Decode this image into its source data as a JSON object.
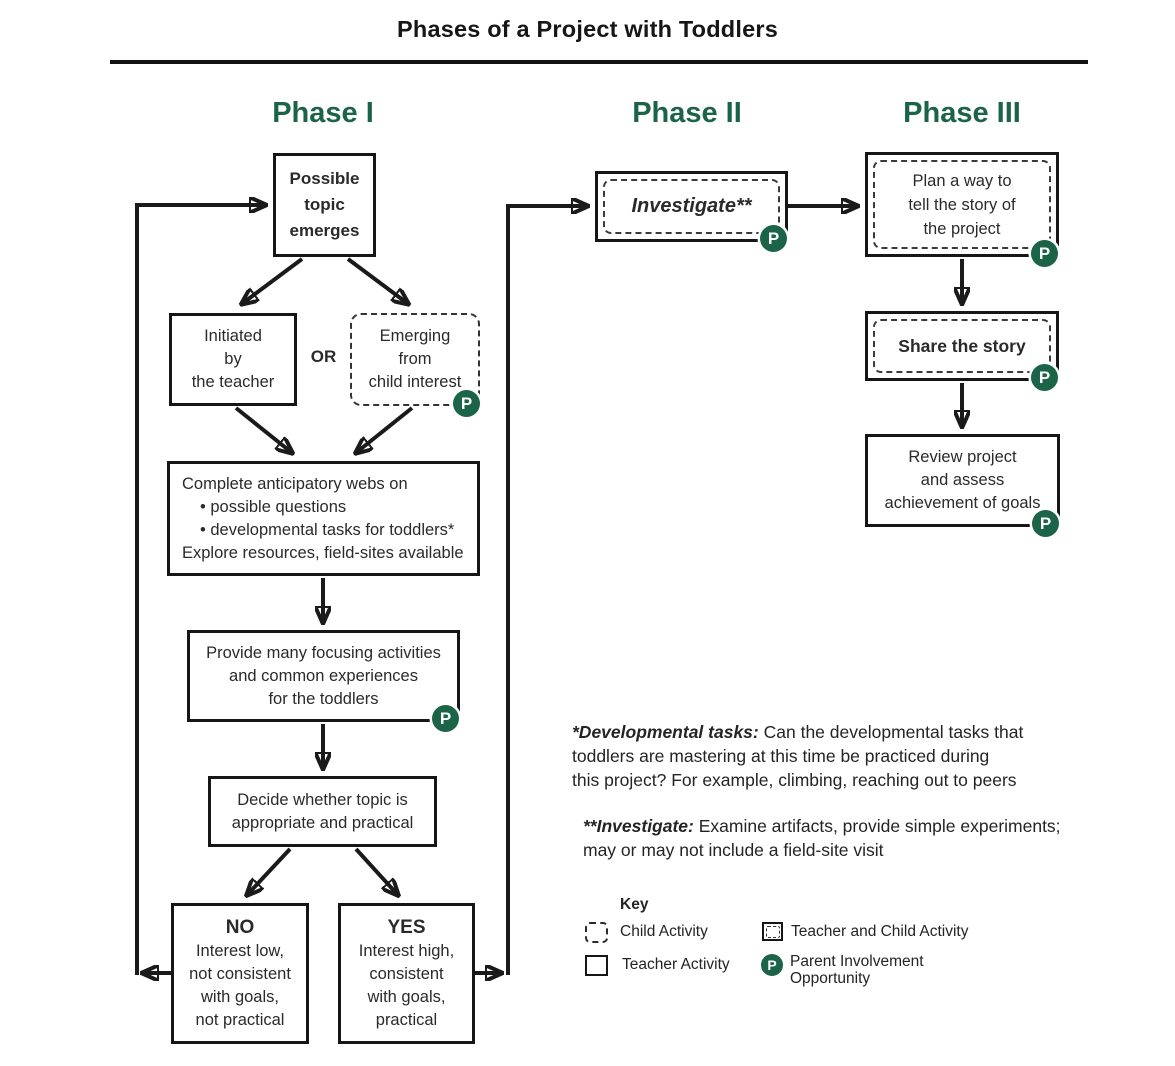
{
  "title": "Phases of a Project with Toddlers",
  "colors": {
    "green": "#1b6448",
    "ink": "#2a2a2a"
  },
  "phase_headers": [
    "Phase I",
    "Phase II",
    "Phase III"
  ],
  "or_label": "OR",
  "p_badge": "P",
  "boxes": {
    "possible_topic": {
      "text": "Possible\ntopic\nemerges"
    },
    "initiated": {
      "text": "Initiated\nby\nthe teacher"
    },
    "emerging": {
      "text": "Emerging\nfrom\nchild interest"
    },
    "webs": {
      "lines": [
        "Complete anticipatory webs on",
        "• possible questions",
        "• developmental tasks for toddlers*",
        "Explore resources, field-sites available"
      ]
    },
    "provide": {
      "text": "Provide many focusing activities\nand common experiences\nfor the toddlers"
    },
    "decide": {
      "text": "Decide whether topic is\nappropriate and practical"
    },
    "no": {
      "title": "NO",
      "text": "Interest low,\nnot consistent\nwith goals,\nnot practical"
    },
    "yes": {
      "title": "YES",
      "text": "Interest high,\nconsistent\nwith goals,\npractical"
    },
    "investigate": {
      "text": "Investigate**"
    },
    "plan": {
      "text": "Plan a way to\ntell the story of\nthe project"
    },
    "share": {
      "text": "Share the story"
    },
    "review": {
      "text": "Review project\nand assess\nachievement of goals"
    }
  },
  "footnotes": [
    {
      "lead": "*Developmental tasks:",
      "rest": " Can the developmental tasks that\ntoddlers are mastering at this time be practiced during\nthis project? For example, climbing, reaching out to peers"
    },
    {
      "lead": "**Investigate:",
      "rest": " Examine artifacts, provide simple experiments;\nmay or may not include a field-site visit"
    }
  ],
  "key": {
    "title": "Key",
    "items": [
      {
        "icon": "child-activity-swatch",
        "label": "Child Activity"
      },
      {
        "icon": "teacher-activity-swatch",
        "label": "Teacher Activity"
      },
      {
        "icon": "teacher-child-activity-swatch",
        "label": "Teacher and Child Activity"
      },
      {
        "icon": "parent-involvement-badge",
        "label": "Parent Involvement\nOpportunity"
      }
    ]
  }
}
